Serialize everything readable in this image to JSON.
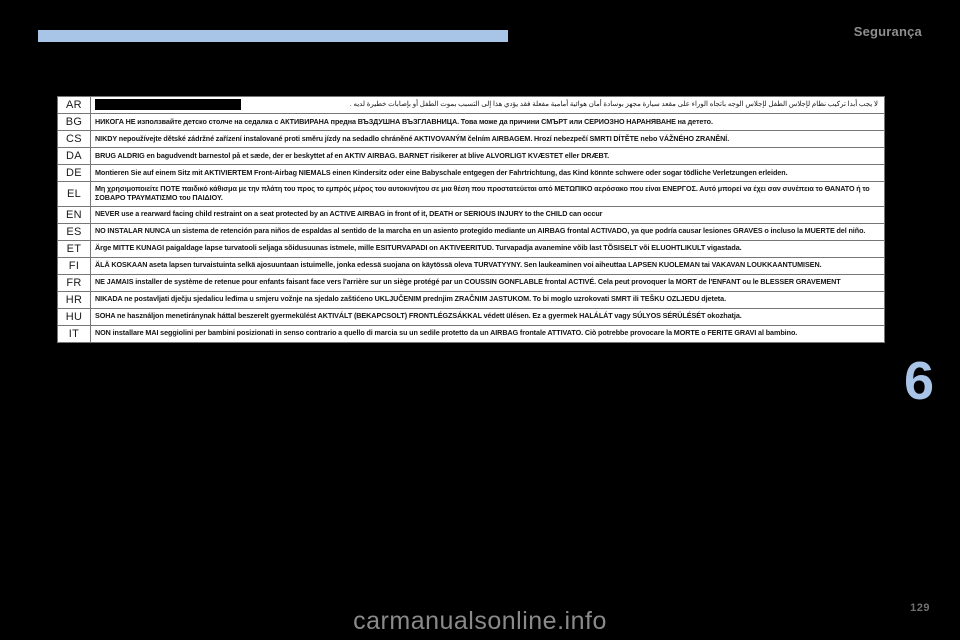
{
  "header": {
    "title": "Segurança",
    "accent_color": "#a8c4e6"
  },
  "chapter": {
    "number": "6"
  },
  "footer": {
    "page_number": "129",
    "watermark": "carmanualsonline.info"
  },
  "warning_table": {
    "rows": [
      {
        "code": "AR",
        "text": "لا يجب أبدا تركيب نظام لإجلاس الطفل لإجلاس الوجه باتجاه الوراء على مقعد سيارة مجهز بوسادة أمان هوائية أمامية مفعلة فقد يؤدي هذا إلى التسبب بموت الطفل أو بإصابات خطيرة لديه .",
        "rtl": true,
        "redacted": true
      },
      {
        "code": "BG",
        "text": "НИКОГА НЕ използвайте детско столче на седалка с АКТИВИРАНА предна ВЪЗДУШНА ВЪЗГЛАВНИЦА. Това може да причини СМЪРТ или СЕРИОЗНО НАРАНЯВАНЕ на детето.",
        "rtl": false,
        "redacted": false
      },
      {
        "code": "CS",
        "text": "NIKDY nepoužívejte dětské zádržné zařízení instalované proti směru jízdy na sedadlo chráněné AKTIVOVANÝM čelním AIRBAGEM. Hrozí nebezpečí SMRTI DÍTĚTE nebo VÁŽNÉHO ZRANĚNÍ.",
        "rtl": false,
        "redacted": false
      },
      {
        "code": "DA",
        "text": "BRUG ALDRIG en bagudvendt barnestol på et sæde, der er beskyttet af en AKTIV AIRBAG. BARNET risikerer at blive ALVORLIGT KVÆSTET eller DRÆBT.",
        "rtl": false,
        "redacted": false
      },
      {
        "code": "DE",
        "text": "Montieren Sie auf einem Sitz mit AKTIVIERTEM Front-Airbag NIEMALS einen Kindersitz oder eine Babyschale entgegen der Fahrtrichtung, das Kind könnte schwere oder sogar tödliche Verletzungen erleiden.",
        "rtl": false,
        "redacted": false
      },
      {
        "code": "EL",
        "text": "Μη χρησιμοποιείτε ΠΟΤΕ παιδικό κάθισμα με την πλάτη του προς το εμπρός μέρος του αυτοκινήτου σε μια θέση που προστατεύεται από ΜΕΤΩΠΙΚΟ αερόσακο που είναι ΕΝΕΡΓΟΣ. Αυτό μπορεί να έχει σαν συνέπεια το ΘΑΝΑΤΟ ή το ΣΟΒΑΡΟ ΤΡΑΥΜΑΤΙΣΜΟ του ΠΑΙΔΙΟΥ.",
        "rtl": false,
        "redacted": false
      },
      {
        "code": "EN",
        "text": "NEVER use a rearward facing child restraint on a seat protected by an ACTIVE AIRBAG in front of it, DEATH or SERIOUS INJURY to the CHILD can occur",
        "rtl": false,
        "redacted": false
      },
      {
        "code": "ES",
        "text": "NO INSTALAR NUNCA un sistema de retención para niños de espaldas al sentido de la marcha en un asiento protegido mediante un AIRBAG frontal ACTIVADO, ya que podría causar lesiones GRAVES o incluso la MUERTE del niño.",
        "rtl": false,
        "redacted": false
      },
      {
        "code": "ET",
        "text": "Ärge MITTE KUNAGI paigaldage lapse turvatooli seljaga sõidusuunas istmele, mille ESITURVAPADI on AKTIVEERITUD. Turvapadja avanemine võib last TÕSISELT või ELUOHTLIKULT vigastada.",
        "rtl": false,
        "redacted": false
      },
      {
        "code": "FI",
        "text": "ÄLÄ KOSKAAN aseta lapsen turvaistuinta selkä ajosuuntaan istuimelle, jonka edessä suojana on käytössä oleva TURVATYYNY. Sen laukeaminen voi aiheuttaa LAPSEN KUOLEMAN tai VAKAVAN LOUKKAANTUMISEN.",
        "rtl": false,
        "redacted": false
      },
      {
        "code": "FR",
        "text": "NE JAMAIS installer de système de retenue pour enfants faisant face vers l'arrière sur un siège protégé par un COUSSIN GONFLABLE frontal ACTIVÉ. Cela peut provoquer la MORT de l'ENFANT ou le BLESSER GRAVEMENT",
        "rtl": false,
        "redacted": false
      },
      {
        "code": "HR",
        "text": "NIKADA ne postavljati dječju sjedalicu leđima u smjeru vožnje na sjedalo zaštićeno UKLJUČENIM prednjim ZRAČNIM JASTUKOM. To bi moglo uzrokovati SMRT ili TEŠKU OZLJEDU djeteta.",
        "rtl": false,
        "redacted": false
      },
      {
        "code": "HU",
        "text": "SOHA ne használjon menetiránynak háttal beszerelt gyermekülést AKTIVÁLT (BEKAPCSOLT) FRONTLÉGZSÁKKAL védett ülésen. Ez a gyermek HALÁLÁT vagy SÚLYOS SÉRÜLÉSÉT okozhatja.",
        "rtl": false,
        "redacted": false
      },
      {
        "code": "IT",
        "text": "NON installare MAI seggiolini per bambini posizionati in senso contrario a quello di marcia su un sedile protetto da un AIRBAG frontale ATTIVATO. Ciò potrebbe provocare la MORTE o FERITE GRAVI al bambino.",
        "rtl": false,
        "redacted": false
      }
    ]
  }
}
